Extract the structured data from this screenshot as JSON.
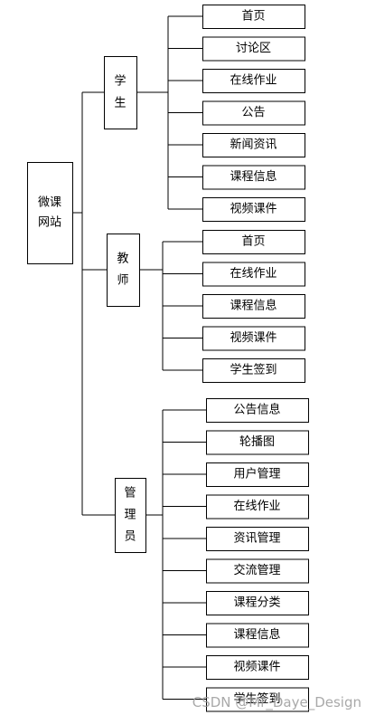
{
  "root": {
    "label_lines": [
      "微课",
      "网站"
    ]
  },
  "roles": [
    {
      "id": "student",
      "label_lines": [
        "学",
        "生"
      ],
      "children": [
        "首页",
        "讨论区",
        "在线作业",
        "公告",
        "新闻资讯",
        "课程信息",
        "视频课件"
      ]
    },
    {
      "id": "teacher",
      "label_lines": [
        "教",
        "师"
      ],
      "children": [
        "首页",
        "在线作业",
        "课程信息",
        "视频课件",
        "学生签到"
      ]
    },
    {
      "id": "admin",
      "label_lines": [
        "管",
        "理",
        "员"
      ],
      "children": [
        "公告信息",
        "轮播图",
        "用户管理",
        "在线作业",
        "资讯管理",
        "交流管理",
        "课程分类",
        "课程信息",
        "视频课件",
        "学生签到"
      ]
    }
  ],
  "watermark": "CSDN @Mr_Daye_Design"
}
